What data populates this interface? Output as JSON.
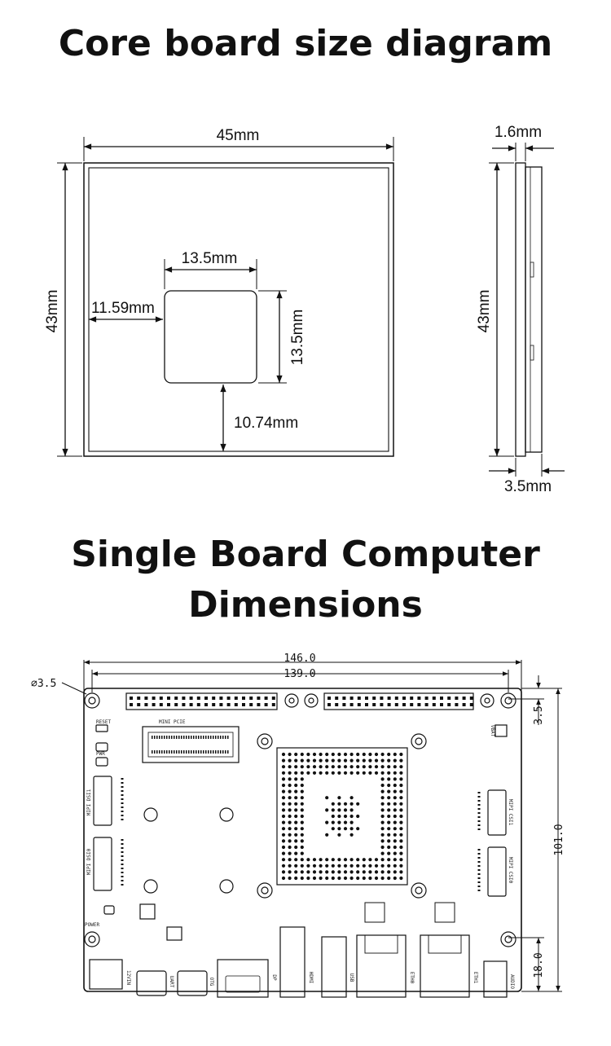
{
  "core": {
    "title": "Core board size diagram",
    "width": "45mm",
    "height_left": "43mm",
    "chip_width": "13.5mm",
    "chip_left_offset": "11.59mm",
    "chip_height": "13.5mm",
    "chip_bottom_offset": "10.74mm",
    "thickness": "1.6mm",
    "side_height": "43mm",
    "side_depth": "3.5mm"
  },
  "sbc": {
    "title_line1": "Single Board Computer",
    "title_line2": "Dimensions",
    "width": "146.0",
    "hole_span": "139.0",
    "hole_dia": "⌀3.5",
    "height": "101.0",
    "top_offset": "3.5",
    "bottom_offset": "18.0",
    "labels": {
      "mini_pcie": "MINI PCIE",
      "reset": "RESET",
      "pwr": "PWR",
      "power": "POWER",
      "mipi_dsi1": "MIPI DSI1",
      "mipi_dsi0": "MIPI DSI0",
      "mipi_csi1": "MIPI CSI1",
      "mipi_csi0": "MIPI CSI0",
      "vbat": "VBAT",
      "power_btn": "POWER",
      "in12v": "12VIN",
      "uart": "UART",
      "otg": "OTG",
      "dp": "DP",
      "hdmi": "HDMI",
      "usb": "USB",
      "eth0": "ETH0",
      "eth1": "ETH1",
      "audio": "AUDIO"
    }
  }
}
